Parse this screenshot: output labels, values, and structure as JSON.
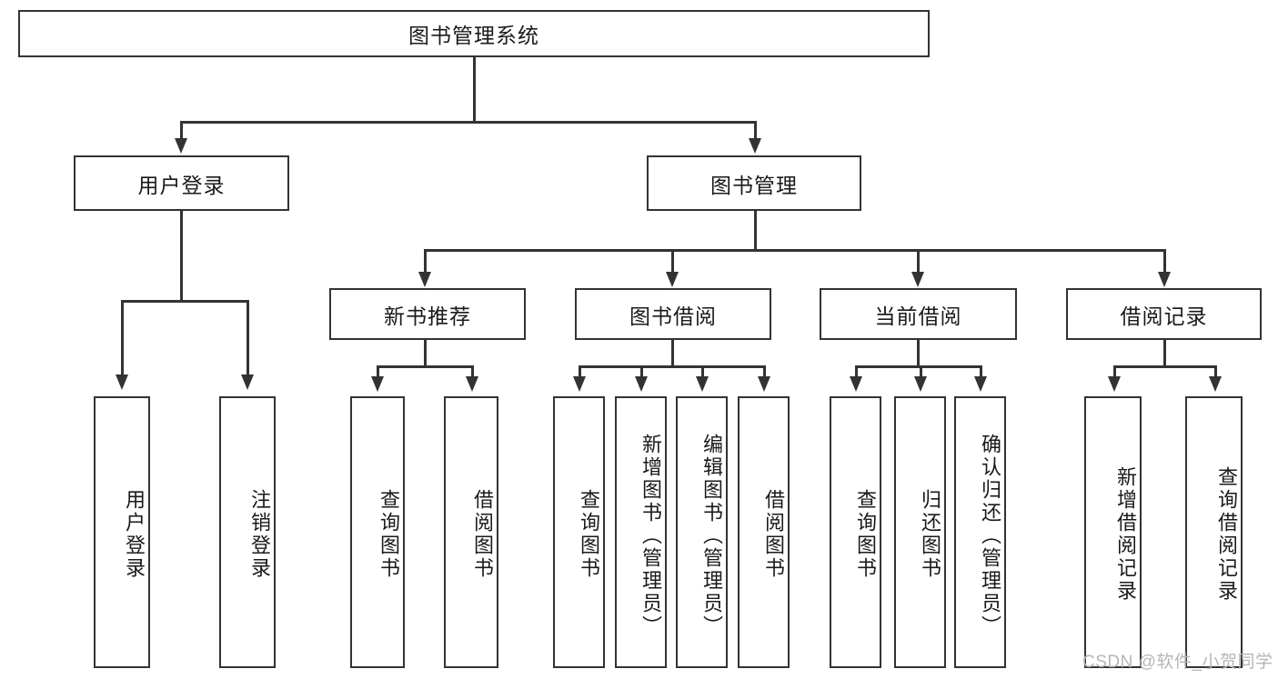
{
  "diagram": {
    "type": "hierarchy-tree",
    "title_node": {
      "label": "图书管理系统"
    },
    "level2": [
      {
        "id": "user-login",
        "label": "用户登录"
      },
      {
        "id": "book-manage",
        "label": "图书管理"
      }
    ],
    "level3": [
      {
        "id": "new-book-recommend",
        "label": "新书推荐",
        "parent": "book-manage"
      },
      {
        "id": "book-borrow",
        "label": "图书借阅",
        "parent": "book-manage"
      },
      {
        "id": "current-borrow",
        "label": "当前借阅",
        "parent": "book-manage"
      },
      {
        "id": "borrow-record",
        "label": "借阅记录",
        "parent": "book-manage"
      }
    ],
    "leaves": {
      "user_login": [
        {
          "label": "用户登录"
        },
        {
          "label": "注销登录"
        }
      ],
      "new_book_recommend": [
        {
          "label": "查询图书"
        },
        {
          "label": "借阅图书"
        }
      ],
      "book_borrow": [
        {
          "label": "查询图书"
        },
        {
          "label": "新增图书（管理员）"
        },
        {
          "label": "编辑图书（管理员）"
        },
        {
          "label": "借阅图书"
        }
      ],
      "current_borrow": [
        {
          "label": "查询图书"
        },
        {
          "label": "归还图书"
        },
        {
          "label": "确认归还（管理员）"
        }
      ],
      "borrow_record": [
        {
          "label": "新增借阅记录"
        },
        {
          "label": "查询借阅记录"
        }
      ]
    },
    "watermark": "CSDN @软件_小贺同学",
    "colors": {
      "stroke": "#333333",
      "background": "#ffffff",
      "text": "#1a1a1a",
      "watermark": "#b6b6b6"
    }
  }
}
